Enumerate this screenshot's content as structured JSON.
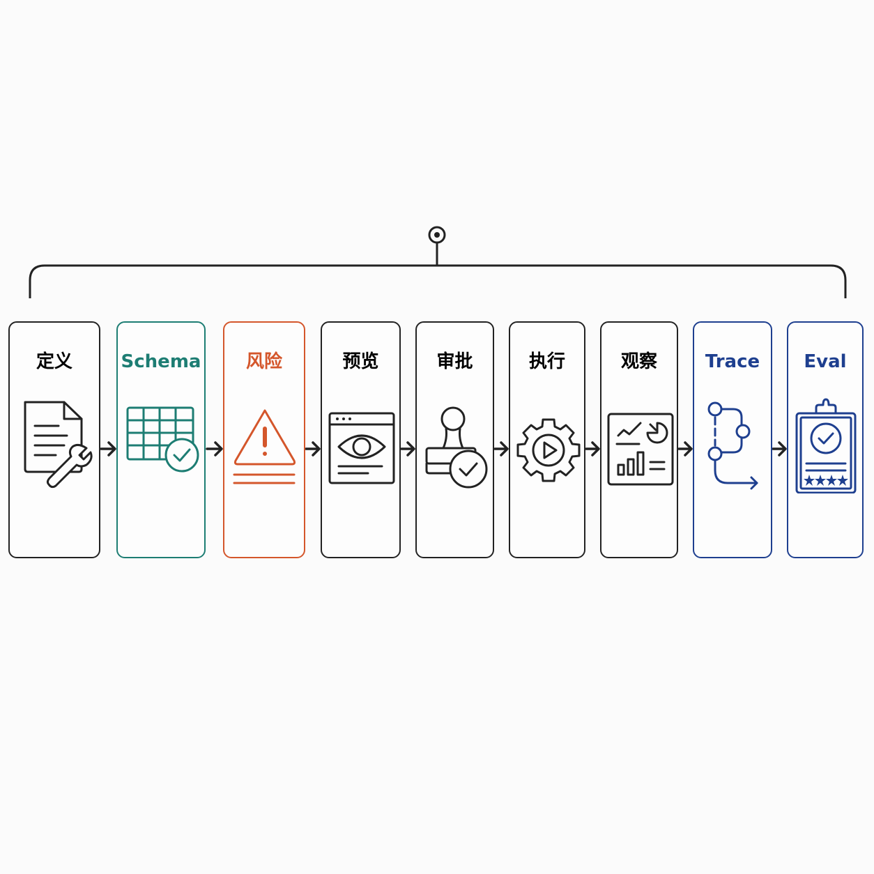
{
  "colors": {
    "black": "#222222",
    "teal": "#1d7d73",
    "orange": "#d4562b",
    "blue": "#1e3f8f"
  },
  "steps": [
    {
      "label": "定义",
      "color": "black",
      "icon": "document-wrench-icon"
    },
    {
      "label": "Schema",
      "color": "teal",
      "icon": "grid-check-icon"
    },
    {
      "label": "风险",
      "color": "orange",
      "icon": "warning-triangle-icon"
    },
    {
      "label": "预览",
      "color": "black",
      "icon": "browser-eye-icon"
    },
    {
      "label": "审批",
      "color": "black",
      "icon": "stamp-check-icon"
    },
    {
      "label": "执行",
      "color": "black",
      "icon": "gear-play-icon"
    },
    {
      "label": "观察",
      "color": "black",
      "icon": "dashboard-chart-icon"
    },
    {
      "label": "Trace",
      "color": "blue",
      "icon": "trace-path-icon"
    },
    {
      "label": "Eval",
      "color": "blue",
      "icon": "clipboard-check-stars-icon"
    }
  ]
}
